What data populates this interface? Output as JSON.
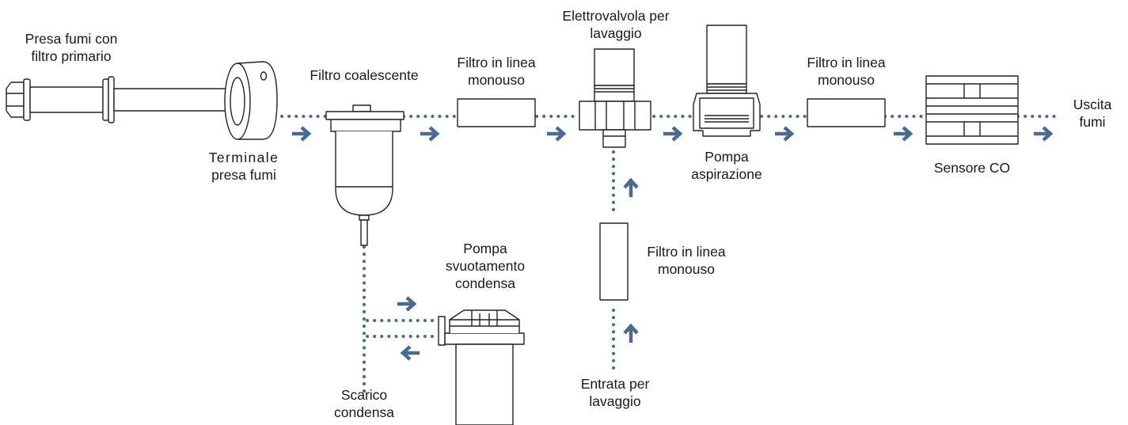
{
  "labels": {
    "intake": [
      "Presa fumi con",
      "filtro primario"
    ],
    "terminal": [
      "Terminale",
      "presa fumi"
    ],
    "coalescing_filter": [
      "Filtro coalescente"
    ],
    "inline_filter_1": [
      "Filtro in linea",
      "monouso"
    ],
    "solenoid_valve": [
      "Elettrovalvola per",
      "lavaggio"
    ],
    "suction_pump": [
      "Pompa",
      "aspirazione"
    ],
    "inline_filter_2": [
      "Filtro in linea",
      "monouso"
    ],
    "co_sensor": [
      "Sensore CO"
    ],
    "outlet": [
      "Uscita",
      "fumi"
    ],
    "drain_pump": [
      "Pompa",
      "svuotamento",
      "condensa"
    ],
    "inline_filter_3": [
      "Filtro in linea",
      "monouso"
    ],
    "condensate_drain": [
      "Scarico",
      "condensa"
    ],
    "wash_inlet": [
      "Entrata per",
      "lavaggio"
    ]
  },
  "colors": {
    "flow": "#4a6a8e",
    "outline": "#222222",
    "text": "#1a1a1a"
  },
  "icons": [
    "arrow-right-icon",
    "arrow-left-icon",
    "arrow-up-icon"
  ]
}
